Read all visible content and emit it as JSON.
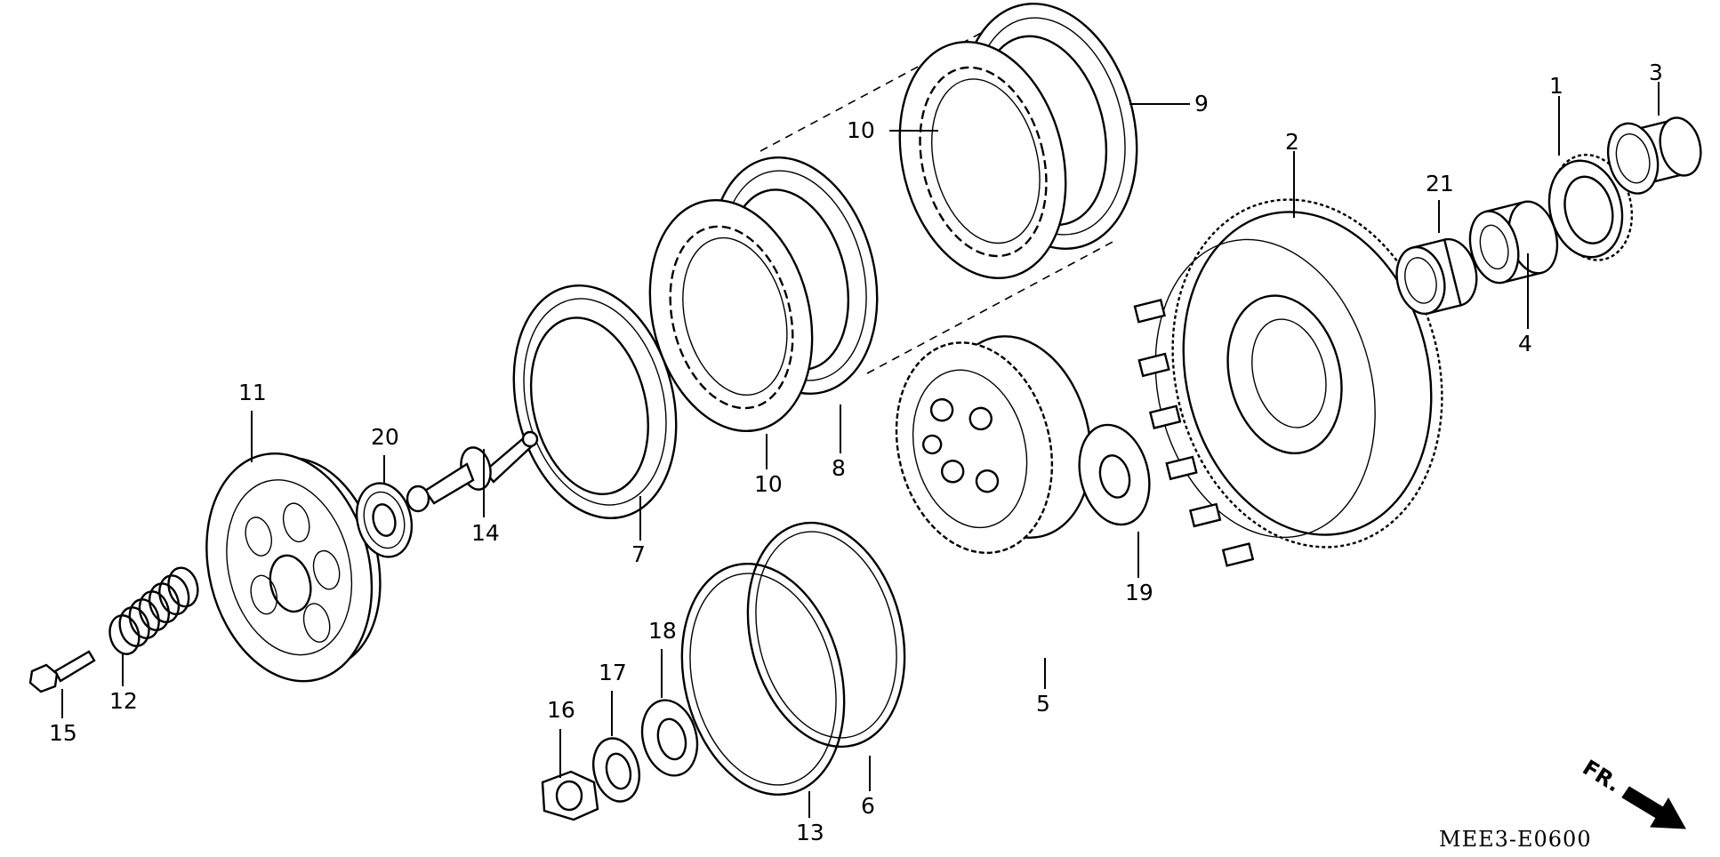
{
  "diagram": {
    "drawing_code": "MEE3-E0600",
    "front_indicator": "FR.",
    "callouts": [
      {
        "id": "1",
        "text": "1"
      },
      {
        "id": "2",
        "text": "2"
      },
      {
        "id": "3",
        "text": "3"
      },
      {
        "id": "4",
        "text": "4"
      },
      {
        "id": "5",
        "text": "5"
      },
      {
        "id": "6",
        "text": "6"
      },
      {
        "id": "7",
        "text": "7"
      },
      {
        "id": "8",
        "text": "8"
      },
      {
        "id": "9",
        "text": "9"
      },
      {
        "id": "10a",
        "text": "10"
      },
      {
        "id": "10b",
        "text": "10"
      },
      {
        "id": "11",
        "text": "11"
      },
      {
        "id": "12",
        "text": "12"
      },
      {
        "id": "13",
        "text": "13"
      },
      {
        "id": "14",
        "text": "14"
      },
      {
        "id": "15",
        "text": "15"
      },
      {
        "id": "16",
        "text": "16"
      },
      {
        "id": "17",
        "text": "17"
      },
      {
        "id": "18",
        "text": "18"
      },
      {
        "id": "19",
        "text": "19"
      },
      {
        "id": "20",
        "text": "20"
      },
      {
        "id": "21",
        "text": "21"
      }
    ]
  }
}
